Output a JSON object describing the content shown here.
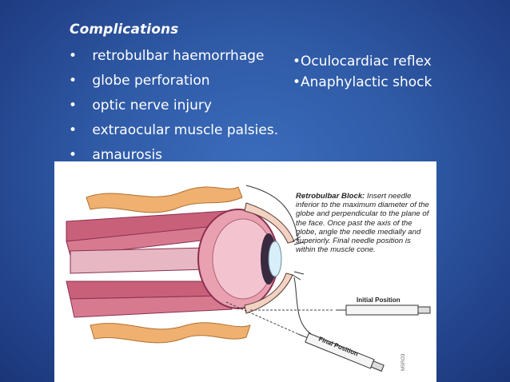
{
  "slide": {
    "heading": "Complications",
    "bullet_glyph": "•",
    "bullets": [
      " retrobulbar haemorrhage",
      "  globe perforation",
      "  optic nerve injury",
      " extraocular muscle palsies.",
      " amaurosis"
    ],
    "side_items": [
      "•Oculocardiac reflex",
      "•Anaphylactic shock"
    ]
  },
  "figure": {
    "caption_title": "Retrobulbar Block:",
    "caption_body": "Insert needle inferior to the maximum diameter of the globe and perpendicular to the plane of the face. Once past the axis of the globe, angle the needle medially and superiorly. Final needle position is within the muscle cone.",
    "label_initial": "Initial Position",
    "label_final": "Final Position",
    "watermark": "MSRO3"
  },
  "colors": {
    "background": "#2f5aa6",
    "text": "#ffffff",
    "fat": "#f0b070",
    "muscle": "#c9607a",
    "globe": "#e9a0b0"
  }
}
